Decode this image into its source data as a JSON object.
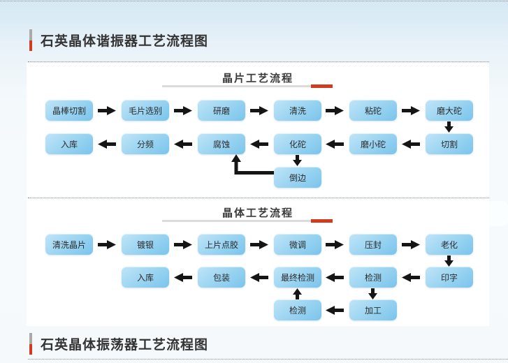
{
  "page": {
    "title1": "石英晶体谐振器工艺流程图",
    "title2": "石英晶体振荡器工艺流程图"
  },
  "panel1": {
    "header": "晶片工艺流程",
    "row1": [
      "晶棒切割",
      "毛片选别",
      "研磨",
      "清洗",
      "粘砣",
      "磨大砣"
    ],
    "row2": [
      "入库",
      "分频",
      "腐蚀",
      "化砣",
      "磨小砣",
      "切割"
    ],
    "extra": "倒边"
  },
  "panel2": {
    "header": "晶体工艺流程",
    "row1": [
      "清洗晶片",
      "镀银",
      "上片点胶",
      "微调",
      "压封",
      "老化"
    ],
    "row2": [
      "入库",
      "包装",
      "最终检测",
      "检测",
      "印字"
    ],
    "row3": [
      "检测",
      "加工"
    ]
  },
  "colors": {
    "accent_red": "#d23b20",
    "marker_gray": "#a9a9a9",
    "box_blue_light": "#bfe5f8",
    "box_blue_dark": "#7ac4ec",
    "arrow_black": "#151515",
    "bg_blue_top": "#d5e8f3"
  }
}
